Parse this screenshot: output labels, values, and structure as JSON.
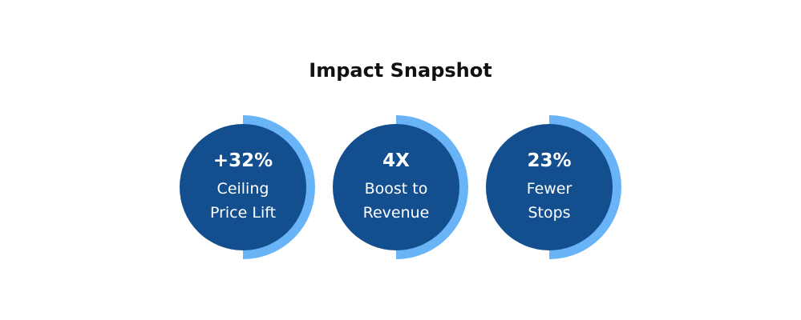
{
  "heading": "Impact Snapshot",
  "colors": {
    "disc": "#134E8E",
    "accent_ring": "#69B3F7",
    "heading": "#111111",
    "background": "#FFFFFF"
  },
  "stats": [
    {
      "value": "+32%",
      "label_line1": "Ceiling",
      "label_line2": "Price Lift"
    },
    {
      "value": "4X",
      "label_line1": "Boost to",
      "label_line2": "Revenue"
    },
    {
      "value": "23%",
      "label_line1": "Fewer",
      "label_line2": "Stops"
    }
  ]
}
